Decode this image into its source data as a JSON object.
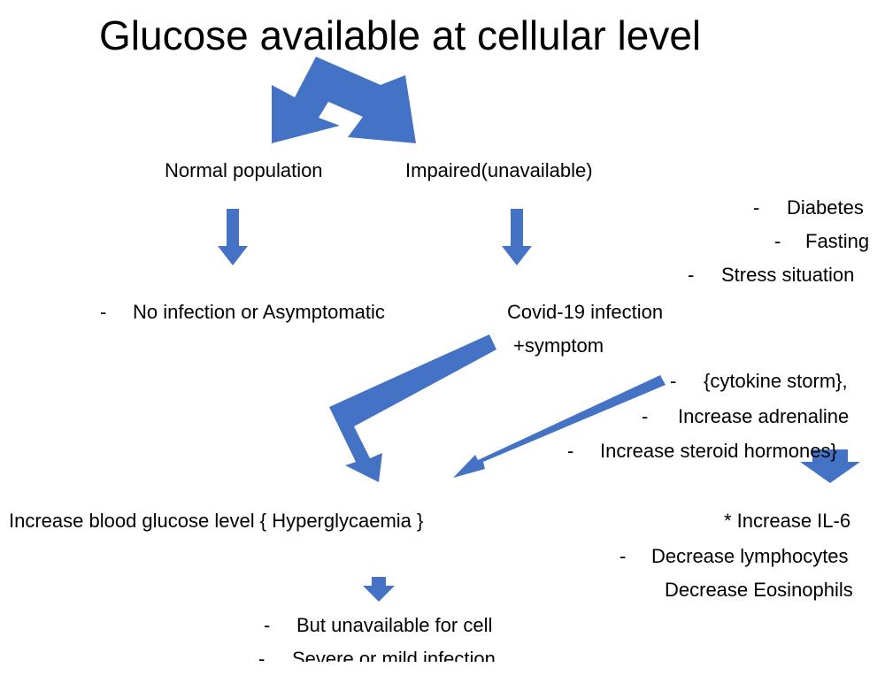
{
  "title": "Glucose available at cellular level",
  "branches": {
    "left": "Normal population",
    "right": "Impaired(unavailable)"
  },
  "causes": {
    "diabetes": "Diabetes",
    "fasting": "Fasting",
    "stress": "Stress situation"
  },
  "outcomes": {
    "left": "No infection or Asymptomatic",
    "right_line1": "Covid-19 infection",
    "right_line2": "+symptom"
  },
  "mechanisms": {
    "cytokine": "{cytokine storm},",
    "adrenaline": "Increase adrenaline",
    "steroid": "Increase steroid hormones}"
  },
  "hyperglycaemia": "Increase blood glucose level { Hyperglycaemia }",
  "immune": {
    "il6": "* Increase IL-6",
    "lymphocytes": "Decrease lymphocytes",
    "eosinophils": "Decrease Eosinophils"
  },
  "result": {
    "unavailable": "But unavailable for cell",
    "severity": "Severe or mild infection"
  },
  "bullet": "-",
  "colors": {
    "arrow": "#4472C4",
    "text": "#000000"
  }
}
